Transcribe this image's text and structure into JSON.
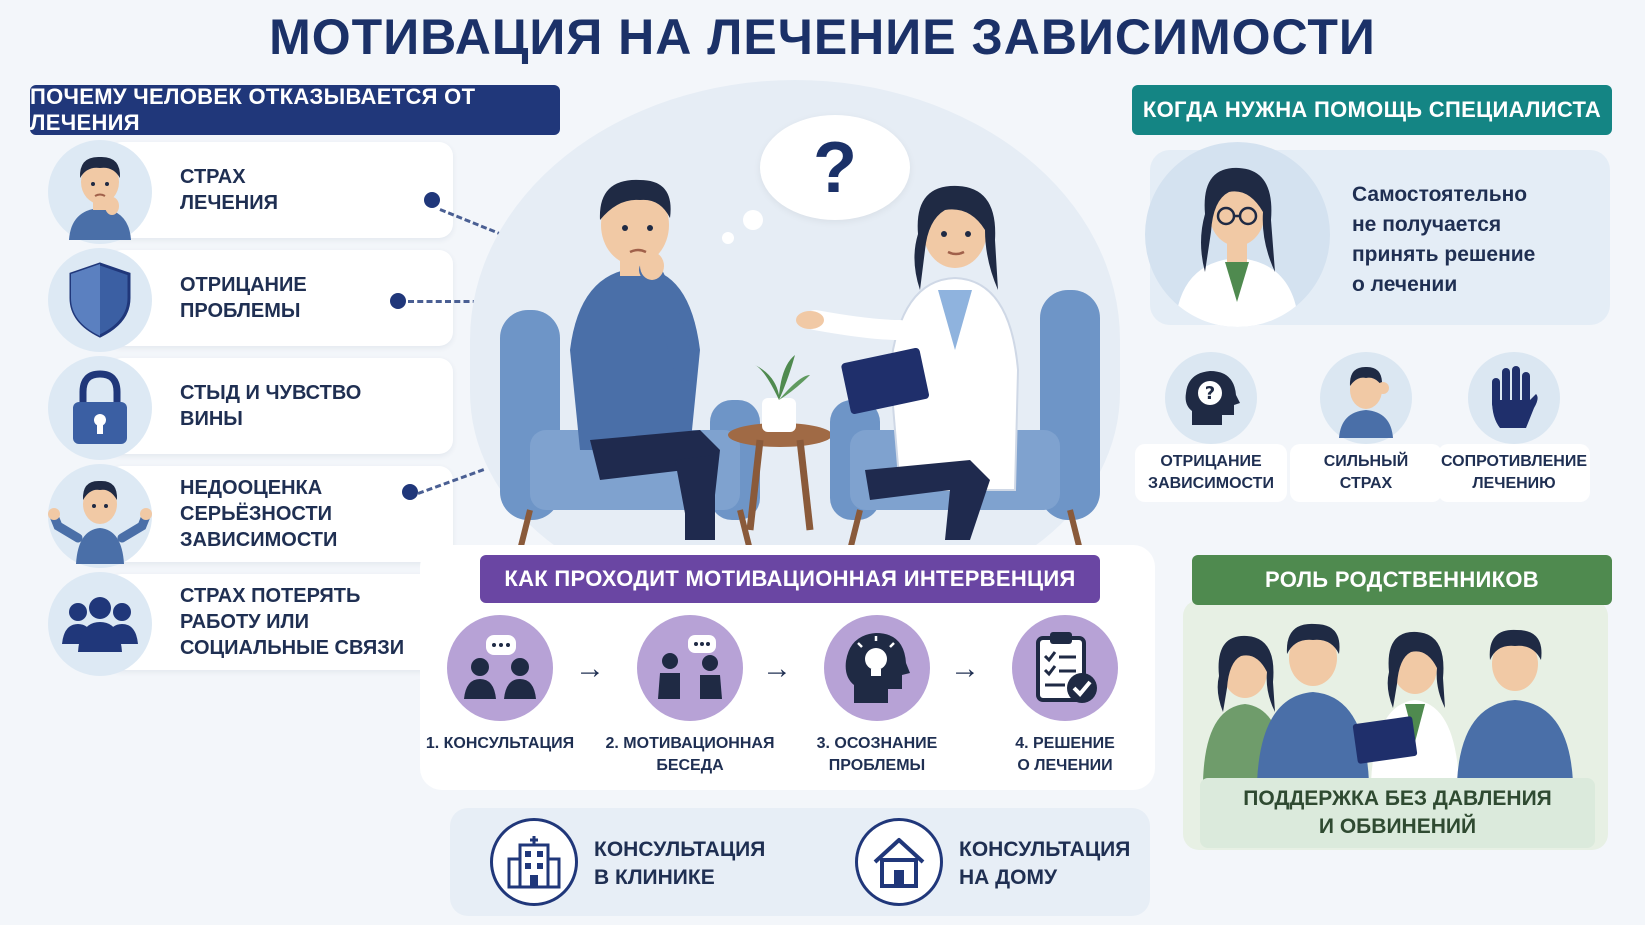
{
  "title": "МОТИВАЦИЯ НА ЛЕЧЕНИЕ ЗАВИСИМОСТИ",
  "left": {
    "heading": "ПОЧЕМУ ЧЕЛОВЕК ОТКАЗЫВАЕТСЯ ОТ ЛЕЧЕНИЯ",
    "items": [
      {
        "label": "СТРАХ\nЛЕЧЕНИЯ",
        "icon": "worried-person-icon"
      },
      {
        "label": "ОТРИЦАНИЕ\nПРОБЛЕМЫ",
        "icon": "shield-icon"
      },
      {
        "label": "СТЫД И ЧУВСТВО\nВИНЫ",
        "icon": "lock-icon"
      },
      {
        "label": "НЕДООЦЕНКА\nСЕРЬЁЗНОСТИ\nЗАВИСИМОСТИ",
        "icon": "shrugging-person-icon"
      },
      {
        "label": "СТРАХ ПОТЕРЯТЬ\nРАБОТУ ИЛИ\nСОЦИАЛЬНЫЕ СВЯЗИ",
        "icon": "group-icon"
      }
    ]
  },
  "center": {
    "thought": "?"
  },
  "right": {
    "heading": "КОГДА НУЖНА ПОМОЩЬ СПЕЦИАЛИСТА",
    "specialist_text": "Самостоятельно\nне получается\nпринять решение\nо лечении",
    "signs": [
      {
        "label": "ОТРИЦАНИЕ\nЗАВИСИМОСТИ",
        "icon": "head-question-icon"
      },
      {
        "label": "СИЛЬНЫЙ\nСТРАХ",
        "icon": "stressed-person-icon"
      },
      {
        "label": "СОПРОТИВЛЕНИЕ\nЛЕЧЕНИЮ",
        "icon": "stop-hand-icon"
      }
    ]
  },
  "intervention": {
    "heading": "КАК ПРОХОДИТ МОТИВАЦИОННАЯ ИНТЕРВЕНЦИЯ",
    "steps": [
      {
        "label": "1. КОНСУЛЬТАЦИЯ",
        "icon": "chat-people-icon"
      },
      {
        "label": "2. МОТИВАЦИОННАЯ\nБЕСЕДА",
        "icon": "conversation-icon"
      },
      {
        "label": "3. ОСОЗНАНИЕ\nПРОБЛЕМЫ",
        "icon": "lightbulb-head-icon"
      },
      {
        "label": "4. РЕШЕНИЕ\nО ЛЕЧЕНИИ",
        "icon": "checklist-icon"
      }
    ],
    "arrow": "→"
  },
  "consults": [
    {
      "label": "КОНСУЛЬТАЦИЯ\nВ КЛИНИКЕ",
      "icon": "hospital-icon"
    },
    {
      "label": "КОНСУЛЬТАЦИЯ\nНА ДОМУ",
      "icon": "house-icon"
    }
  ],
  "family": {
    "heading": "РОЛЬ РОДСТВЕННИКОВ",
    "note": "ПОДДЕРЖКА БЕЗ ДАВЛЕНИЯ\nИ ОБВИНЕНИЙ"
  },
  "colors": {
    "navy": "#20377a",
    "teal": "#148584",
    "purple": "#6a46a3",
    "green": "#4f8a4f",
    "person_blue": "#4a6fa8"
  }
}
